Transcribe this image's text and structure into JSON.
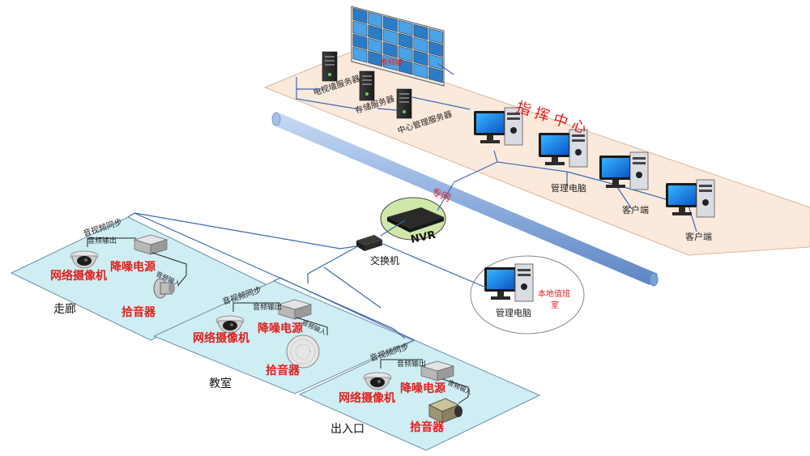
{
  "command_center": {
    "title": "指挥中心",
    "video_wall_label": "视频墙",
    "servers": [
      "电视墙服务器",
      "存储服务器",
      "中心管理服务器"
    ],
    "computers": [
      "管理电脑",
      "客户端",
      "客户端"
    ]
  },
  "network": {
    "backbone_label": "专网",
    "nvr_label": "NVR",
    "switch_label": "交换机"
  },
  "duty_room": {
    "pc_label": "管理电脑",
    "room_label_line1": "本地值班",
    "room_label_line2": "室"
  },
  "zones": [
    {
      "name": "走廊",
      "camera": "网络摄像机",
      "noise_power": "降噪电源",
      "pickup": "拾音器",
      "av_sync": "音视频同步",
      "audio_out": "音频输出",
      "audio_in": "音频输入"
    },
    {
      "name": "教室",
      "camera": "网络摄像机",
      "noise_power": "降噪电源",
      "pickup": "拾音器",
      "av_sync": "音视频同步",
      "audio_out": "音频输出",
      "audio_in": "音频输入"
    },
    {
      "name": "出入口",
      "camera": "网络摄像机",
      "noise_power": "降噪电源",
      "pickup": "拾音器",
      "av_sync": "音视频同步",
      "audio_out": "音频输出",
      "audio_in": "音频输入"
    }
  ],
  "colors": {
    "command_bg": "#fbe9dc",
    "zone_bg": "#cfeef3",
    "link": "#3a68b0",
    "red_text": "#e0201c",
    "pipe": "#8fb0de"
  }
}
